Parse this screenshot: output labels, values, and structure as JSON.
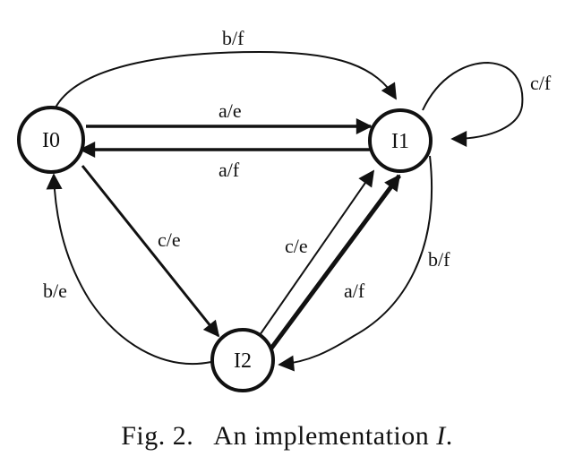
{
  "diagram": {
    "states": {
      "I0": {
        "label": "I0"
      },
      "I1": {
        "label": "I1"
      },
      "I2": {
        "label": "I2"
      }
    },
    "transitions": [
      {
        "id": "i0-i1-top",
        "from": "I0",
        "to": "I1",
        "label": "b/f"
      },
      {
        "id": "i0-i1-straight",
        "from": "I0",
        "to": "I1",
        "label": "a/e"
      },
      {
        "id": "i1-i0",
        "from": "I1",
        "to": "I0",
        "label": "a/f"
      },
      {
        "id": "i1-self",
        "from": "I1",
        "to": "I1",
        "label": "c/f"
      },
      {
        "id": "i0-i2",
        "from": "I0",
        "to": "I2",
        "label": "c/e"
      },
      {
        "id": "i2-i0",
        "from": "I2",
        "to": "I0",
        "label": "b/e"
      },
      {
        "id": "i2-i1-thin",
        "from": "I2",
        "to": "I1",
        "label": "c/e"
      },
      {
        "id": "i2-i1-thick",
        "from": "I2",
        "to": "I1",
        "label": "a/f"
      },
      {
        "id": "i1-i2",
        "from": "I1",
        "to": "I2",
        "label": "b/f"
      }
    ]
  },
  "caption": {
    "fig_label": "Fig. 2.",
    "text": "An implementation",
    "symbol": "I",
    "end": "."
  }
}
